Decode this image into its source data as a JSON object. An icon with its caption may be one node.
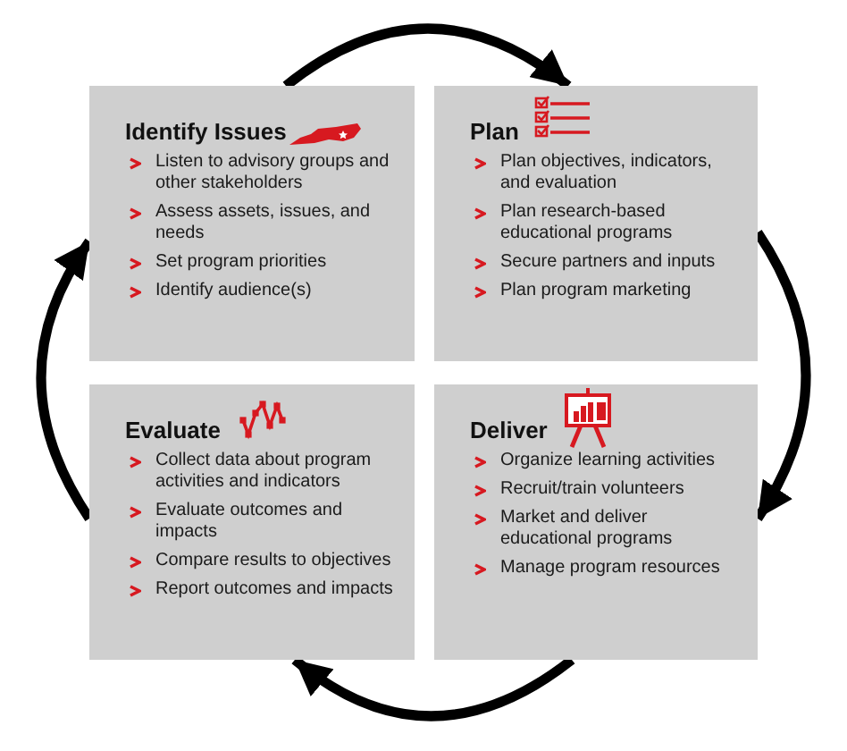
{
  "diagram": {
    "nodes": [
      {
        "text": [
          "Identify Issues",
          "Listen to advisory groups and other stakeholders",
          "Assess assets, issues, and needs",
          "Set program priorities",
          "Identify audience(s)"
        ]
      },
      {
        "text": [
          "Plan",
          "Plan objectives, indicators, and evaluation",
          "Plan research-based educational programs",
          "Secure partners and inputs",
          "Plan program marketing"
        ]
      },
      {
        "text": [
          "Evaluate",
          "Collect data about program activities and indicators",
          "Evaluate outcomes and impacts",
          "Compare results to objectives",
          "Report outcomes and impacts"
        ]
      },
      {
        "text": [
          "Deliver",
          "Organize learning activities",
          "Recruit/train volunteers",
          "Market and deliver educational programs",
          "Manage program resources"
        ]
      }
    ],
    "edges": [
      {
        "from": 0,
        "to": 1,
        "arrow": "to"
      },
      {
        "from": 1,
        "to": 3,
        "arrow": "to"
      },
      {
        "from": 3,
        "to": 2,
        "arrow": "to"
      },
      {
        "from": 2,
        "to": 0,
        "arrow": "to"
      }
    ]
  }
}
